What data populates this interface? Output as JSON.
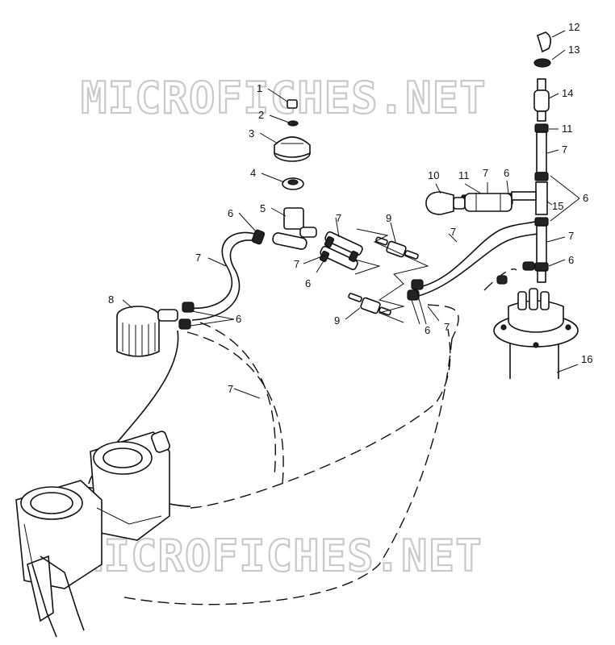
{
  "watermark": {
    "top_text": "MICROFICHES.NET",
    "bottom_text": "MICROFICHES.NET"
  },
  "callouts": [
    {
      "id": "c1",
      "text": "1"
    },
    {
      "id": "c2",
      "text": "2"
    },
    {
      "id": "c3",
      "text": "3"
    },
    {
      "id": "c4",
      "text": "4"
    },
    {
      "id": "c5",
      "text": "5"
    },
    {
      "id": "c6a",
      "text": "6"
    },
    {
      "id": "c7a",
      "text": "7"
    },
    {
      "id": "c7b",
      "text": "7"
    },
    {
      "id": "c7c",
      "text": "7"
    },
    {
      "id": "c6b",
      "text": "6"
    },
    {
      "id": "c8",
      "text": "8"
    },
    {
      "id": "c6c",
      "text": "6"
    },
    {
      "id": "c7d",
      "text": "7"
    },
    {
      "id": "c9a",
      "text": "9"
    },
    {
      "id": "c9b",
      "text": "9"
    },
    {
      "id": "c7e",
      "text": "7"
    },
    {
      "id": "c6d",
      "text": "6"
    },
    {
      "id": "c7f",
      "text": "7"
    },
    {
      "id": "c10",
      "text": "10"
    },
    {
      "id": "c11a",
      "text": "11"
    },
    {
      "id": "c7g",
      "text": "7"
    },
    {
      "id": "c6e",
      "text": "6"
    },
    {
      "id": "c12",
      "text": "12"
    },
    {
      "id": "c13",
      "text": "13"
    },
    {
      "id": "c14",
      "text": "14"
    },
    {
      "id": "c11b",
      "text": "11"
    },
    {
      "id": "c7h",
      "text": "7"
    },
    {
      "id": "c6f",
      "text": "6"
    },
    {
      "id": "c15",
      "text": "15"
    },
    {
      "id": "c7i",
      "text": "7"
    },
    {
      "id": "c6g",
      "text": "6"
    },
    {
      "id": "c16",
      "text": "16"
    }
  ]
}
